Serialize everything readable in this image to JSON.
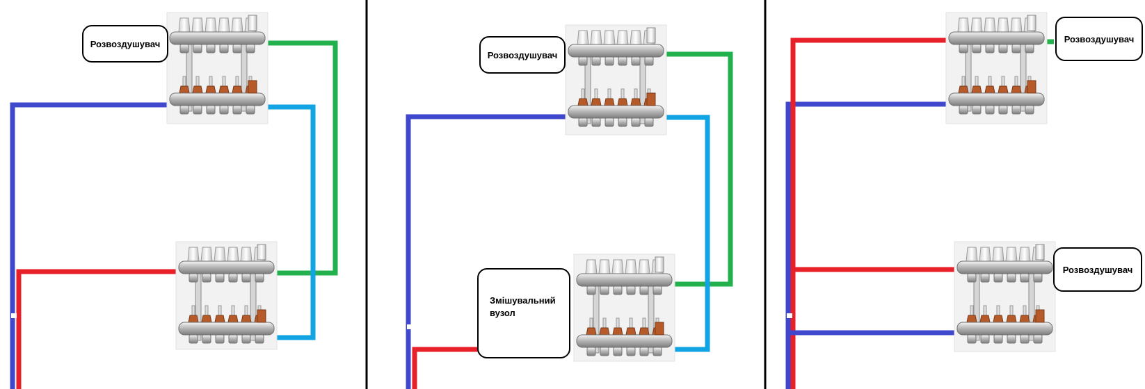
{
  "labels": {
    "air_vent": "Розвоздушувач",
    "mixing_unit": "Змішувальний\nвузол"
  },
  "colors": {
    "supply": "#e8202a",
    "return": "#3f47cc",
    "link_upper": "#22b14c",
    "link_lower": "#12a3e3",
    "divider": "#000000",
    "manifold_metal": "#c9c9c9",
    "valve_cap": "#e9e9e9",
    "flow_meter": "#b65a2a"
  },
  "icons": {
    "manifold": "heating-manifold-icon"
  },
  "panels": [
    {
      "id": "left",
      "manifolds": 2,
      "air_vents": 1,
      "mixing_unit": false
    },
    {
      "id": "middle",
      "manifolds": 2,
      "air_vents": 1,
      "mixing_unit": true
    },
    {
      "id": "right",
      "manifolds": 2,
      "air_vents": 2,
      "mixing_unit": false
    }
  ]
}
